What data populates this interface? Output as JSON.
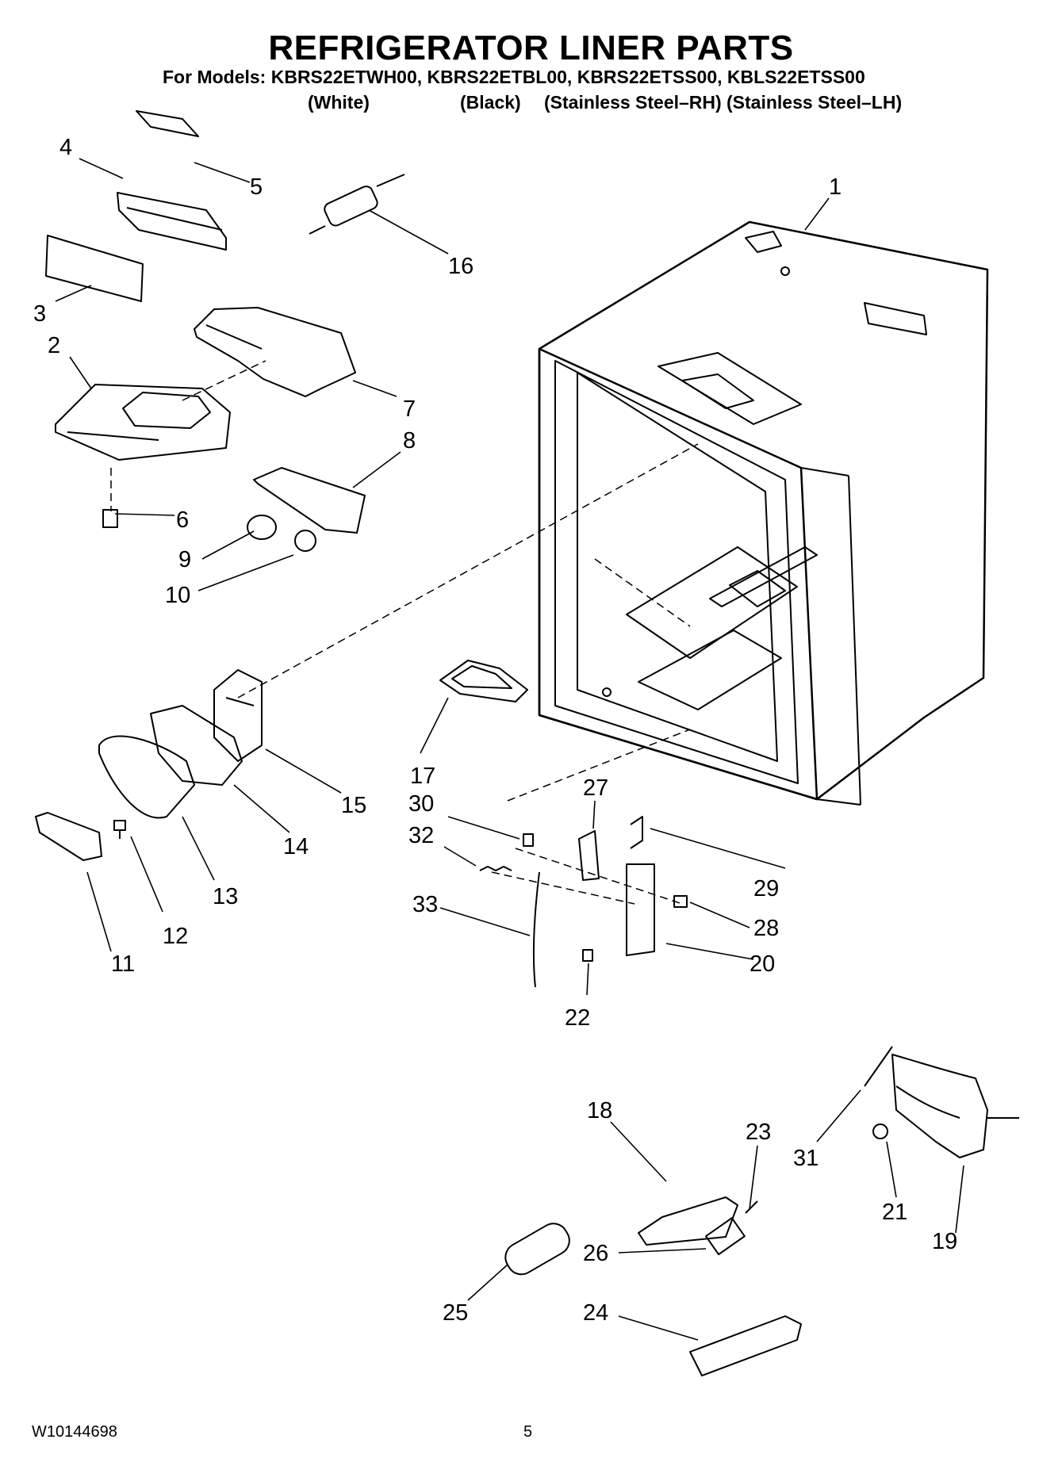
{
  "header": {
    "title": "REFRIGERATOR LINER PARTS",
    "models_line": "For Models: KBRS22ETWH00, KBRS22ETBL00, KBRS22ETSS00, KBLS22ETSS00",
    "variants": [
      "(White)",
      "(Black)",
      "(Stainless Steel–RH)",
      "(Stainless Steel–LH)"
    ]
  },
  "callouts": [
    "1",
    "2",
    "3",
    "4",
    "5",
    "6",
    "7",
    "8",
    "9",
    "10",
    "11",
    "12",
    "13",
    "14",
    "15",
    "16",
    "17",
    "18",
    "19",
    "20",
    "21",
    "22",
    "23",
    "24",
    "25",
    "26",
    "27",
    "28",
    "29",
    "30",
    "31",
    "32",
    "33"
  ],
  "footer": {
    "doc_number": "W10144698",
    "page_number": "5"
  }
}
